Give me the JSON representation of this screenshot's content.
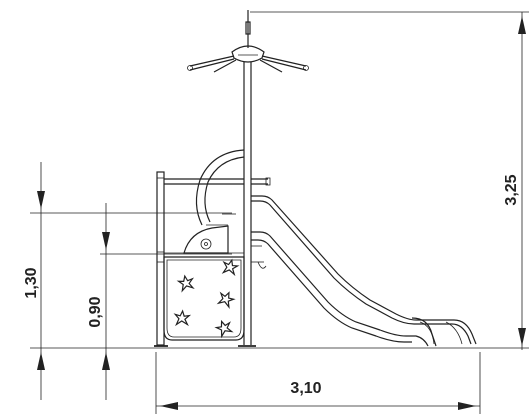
{
  "drawing": {
    "dimensions": {
      "total_height": "3,25",
      "platform_height": "1,30",
      "free_fall_height": "0,90",
      "width": "3,10"
    },
    "colors": {
      "line": "#222222",
      "background": "#ffffff"
    },
    "icons": [
      "climbing-hold-icon",
      "roof-canopy-icon"
    ]
  }
}
